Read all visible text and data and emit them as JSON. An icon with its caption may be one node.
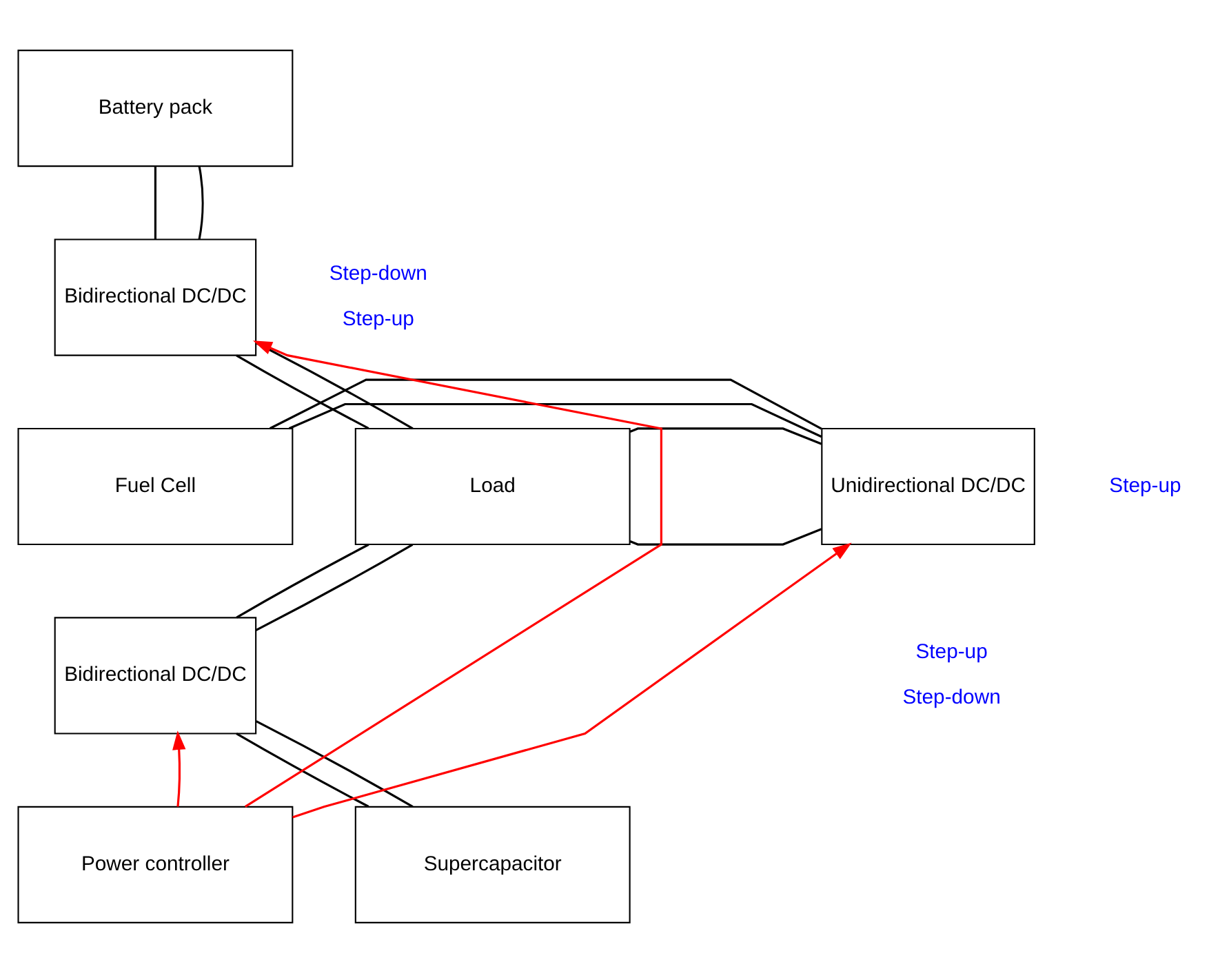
{
  "diagram": {
    "nodes": [
      {
        "text": [
          "Battery pack"
        ]
      },
      {
        "text": [
          "Bidirectional DC/DC"
        ],
        "beside": [
          "Step-down",
          "Step-up"
        ]
      },
      {
        "text": [
          "Fuel Cell"
        ]
      },
      {
        "text": [
          "Unidirectional DC/DC"
        ],
        "beside": [
          "Step-up"
        ]
      },
      {
        "text": [
          "Load"
        ]
      },
      {
        "text": [
          "Bidirectional DC/DC"
        ],
        "beside": [
          "Step-up",
          "Step-down"
        ]
      },
      {
        "text": [
          "Power controller"
        ]
      },
      {
        "text": [
          "Supercapacitor"
        ]
      }
    ],
    "edges": [
      {
        "from": 0,
        "to": 1,
        "arrow": "none"
      },
      {
        "from": 0,
        "to": 1,
        "arrow": "none"
      },
      {
        "from": 2,
        "to": 3,
        "arrow": "none"
      },
      {
        "from": 2,
        "to": 3,
        "arrow": "none"
      },
      {
        "from": 3,
        "to": 4,
        "arrow": "none"
      },
      {
        "from": 3,
        "to": 4,
        "arrow": "none"
      },
      {
        "from": 1,
        "to": 4,
        "arrow": "none"
      },
      {
        "from": 1,
        "to": 4,
        "arrow": "none"
      },
      {
        "from": 5,
        "to": 4,
        "arrow": "none"
      },
      {
        "from": 5,
        "to": 4,
        "arrow": "none"
      },
      {
        "from": 5,
        "to": 7,
        "arrow": "none"
      },
      {
        "from": 5,
        "to": 7,
        "arrow": "none"
      },
      {
        "from": 6,
        "to": 1,
        "arrow": "to",
        "color": "#ff0000"
      },
      {
        "from": 6,
        "to": 3,
        "arrow": "to",
        "color": "#ff0000"
      },
      {
        "from": 6,
        "to": 5,
        "arrow": "to",
        "color": "#ff0000"
      }
    ]
  }
}
